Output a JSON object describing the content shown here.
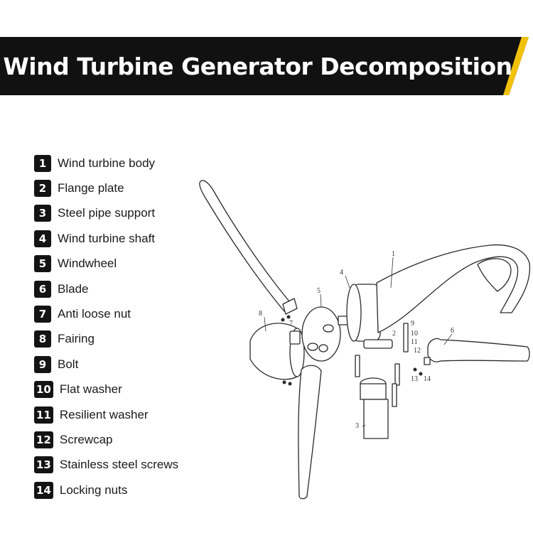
{
  "banner": {
    "title": "Wind Turbine Generator Decomposition",
    "bg_color": "#111111",
    "accent_color": "#f2c20a"
  },
  "legend": [
    {
      "num": "1",
      "label": "Wind turbine body"
    },
    {
      "num": "2",
      "label": "Flange plate"
    },
    {
      "num": "3",
      "label": "Steel pipe support"
    },
    {
      "num": "4",
      "label": "Wind turbine shaft"
    },
    {
      "num": "5",
      "label": "Windwheel"
    },
    {
      "num": "6",
      "label": "Blade"
    },
    {
      "num": "7",
      "label": "Anti loose nut"
    },
    {
      "num": "8",
      "label": "Fairing"
    },
    {
      "num": "9",
      "label": "Bolt"
    },
    {
      "num": "10",
      "label": "Flat washer"
    },
    {
      "num": "11",
      "label": "Resilient washer"
    },
    {
      "num": "12",
      "label": "Screwcap"
    },
    {
      "num": "13",
      "label": "Stainless steel screws"
    },
    {
      "num": "14",
      "label": "Locking nuts"
    }
  ],
  "diagram": {
    "callouts": [
      "1",
      "2",
      "3",
      "4",
      "5",
      "6",
      "7",
      "8",
      "9",
      "10",
      "11",
      "12",
      "13",
      "14"
    ]
  }
}
